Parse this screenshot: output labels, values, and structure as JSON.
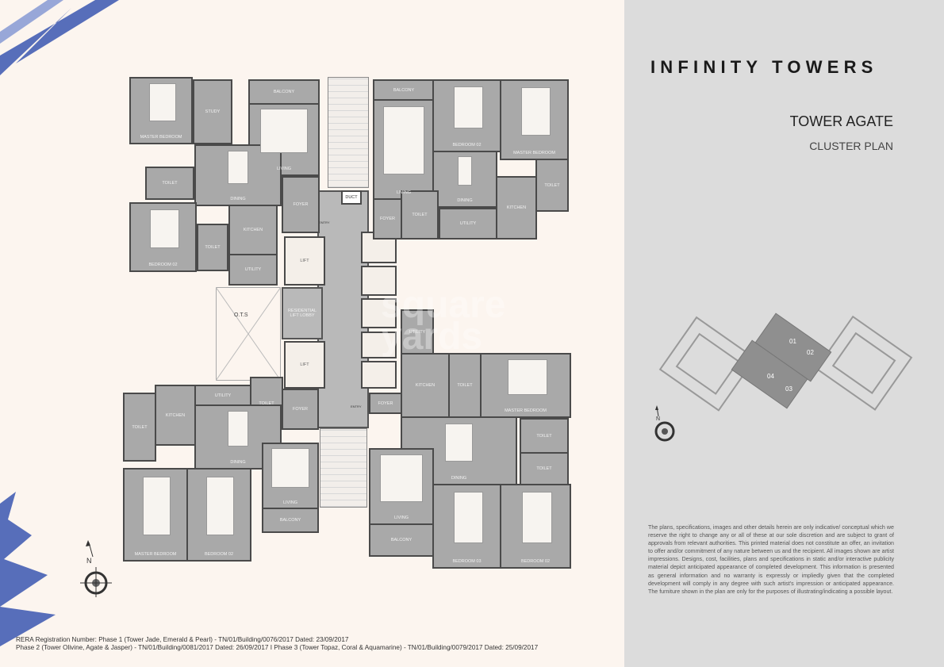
{
  "header": {
    "title": "INFINITY TOWERS",
    "tower": "TOWER AGATE",
    "subtitle": "CLUSTER PLAN"
  },
  "floor_plan": {
    "rooms": [
      "MASTER BEDROOM",
      "STUDY",
      "BALCONY",
      "LIVING",
      "DINING",
      "TOILET",
      "BEDROOM 02",
      "TOILET",
      "KITCHEN",
      "UTILITY",
      "FOYER",
      "BALCONY",
      "LIVING",
      "BEDROOM 02",
      "MASTER BEDROOM",
      "DINING",
      "KITCHEN",
      "TOILET",
      "FOYER",
      "TOILET",
      "UTILITY",
      "TOILET",
      "KITCHEN",
      "UTILITY",
      "TOILET",
      "DINING",
      "FOYER",
      "LIVING",
      "BALCONY",
      "MASTER BEDROOM",
      "BEDROOM 02",
      "UTILITY",
      "KITCHEN",
      "TOILET",
      "MASTER BEDROOM",
      "FOYER",
      "DINING",
      "TOILET",
      "TOILET",
      "LIVING",
      "BALCONY",
      "BEDROOM 03",
      "BEDROOM 02"
    ],
    "core": {
      "lift": "LIFT",
      "lobby": "RESIDENTIAL LIFT LOBBY",
      "ots": "O.T.S",
      "duct": "DUCT",
      "entry": "ENTRY"
    }
  },
  "cluster_plan": {
    "units": [
      "01",
      "02",
      "03",
      "04"
    ],
    "highlight": "#8f8f8f"
  },
  "compass": {
    "north": "N"
  },
  "watermark": "square yards",
  "disclaimer": "The plans, specifications, images and other details herein are only indicative/ conceptual which we reserve the right to change any or all of these at our sole discretion and are subject to grant of approvals from relevant authorities. This printed material does not constitute an offer, an invitation to offer and/or commitment of any nature between us and the recipient. All images shown are artist impressions. Designs, cost, facilities, plans and specifications in static and/or interactive publicity material depict anticipated appearance of completed development. This information is presented as general information and no warranty is expressly or impliedly given that the completed development will comply in any degree with such artist's impression or anticipated appearance. The furniture shown in the plan are only for the purposes of illustrating/indicating a possible layout.",
  "rera": {
    "line1": "RERA Registration Number: Phase 1 (Tower Jade, Emerald & Pearl) - TN/01/Building/0076/2017 Dated: 23/09/2017",
    "line2": "Phase 2 (Tower Olivine, Agate & Jasper) - TN/01/Building/0081/2017 Dated: 26/09/2017 I Phase 3 (Tower Topaz, Coral & Aquamarine) - TN/01/Building/0079/2017 Dated: 25/09/2017"
  },
  "colors": {
    "page": "#fcf5ef",
    "panel": "#dcdcdc",
    "room": "#a9a9a9",
    "wall": "#4a4a4a",
    "brush": "#3a56b0"
  }
}
